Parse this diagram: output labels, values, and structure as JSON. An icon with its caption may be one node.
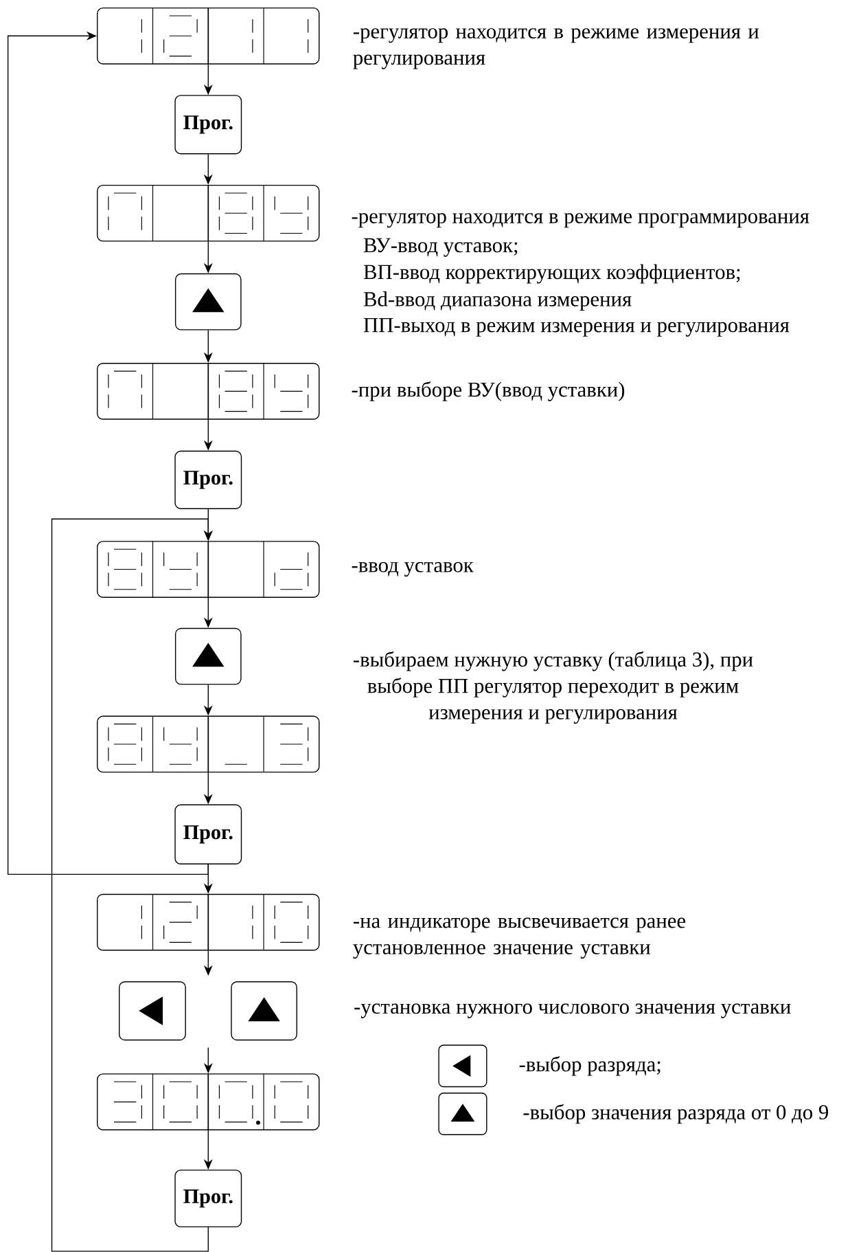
{
  "diagram": {
    "nodes": [
      {
        "text": [],
        "shape": "display",
        "beside": [
          "-регулятор находится в режиме измерения и регулирования"
        ]
      },
      {
        "text": [
          "Прог."
        ]
      },
      {
        "text": [],
        "shape": "display",
        "beside": [
          "-регулятор находится в режиме программирования",
          "ВУ-ввод уставок;",
          "ВП-ввод корректирующих коэффциентов;",
          "Bd-ввод диапазона измерения",
          "ПП-выход в режим измерения и регулирования"
        ]
      },
      {
        "text": [],
        "shape": "button"
      },
      {
        "text": [],
        "shape": "display",
        "beside": [
          "-при выборе ВУ(ввод уставки)"
        ]
      },
      {
        "text": [
          "Прог."
        ]
      },
      {
        "text": [],
        "shape": "display",
        "beside": [
          "-ввод уставок"
        ]
      },
      {
        "text": [],
        "shape": "button"
      },
      {
        "text": [],
        "shape": "display"
      },
      {
        "text": [
          "Прог."
        ]
      },
      {
        "text": [],
        "shape": "display",
        "beside": [
          "-на индикаторе высвечивается ранее установленное значение уставки"
        ]
      },
      {
        "text": [],
        "shape": "button"
      },
      {
        "text": [],
        "shape": "button",
        "beside": [
          "-установка нужного числового значения уставки"
        ]
      },
      {
        "text": [],
        "shape": "display"
      },
      {
        "text": [
          "Прог."
        ]
      }
    ],
    "edges": [
      {
        "from": 0,
        "to": 1,
        "arrow": "to"
      },
      {
        "from": 1,
        "to": 2,
        "arrow": "to"
      },
      {
        "from": 2,
        "to": 3,
        "arrow": "to"
      },
      {
        "from": 3,
        "to": 4,
        "arrow": "to"
      },
      {
        "from": 4,
        "to": 5,
        "arrow": "to"
      },
      {
        "from": 5,
        "to": 6,
        "arrow": "to"
      },
      {
        "from": 6,
        "to": 7,
        "arrow": "to"
      },
      {
        "from": 7,
        "to": 8,
        "arrow": "to"
      },
      {
        "from": 8,
        "to": 9,
        "arrow": "to"
      },
      {
        "from": 9,
        "to": 10,
        "arrow": "to"
      },
      {
        "from": 10,
        "to": null,
        "arrow": "to"
      },
      {
        "from": null,
        "to": 13,
        "arrow": "to"
      },
      {
        "from": 13,
        "to": 14,
        "arrow": "to"
      },
      {
        "from": 9,
        "to": 0,
        "arrow": "to"
      },
      {
        "from": 14,
        "to": 6,
        "arrow": "to"
      }
    ],
    "labels": [
      "-выбираем нужную уставку (таблица 3), при выборе ПП регулятор переходит в режим измерения и регулирования"
    ],
    "legend": [
      {
        "text": "-выбор разряда;"
      },
      {
        "text": "-выбор значения разряда от 0 до 9"
      }
    ]
  }
}
